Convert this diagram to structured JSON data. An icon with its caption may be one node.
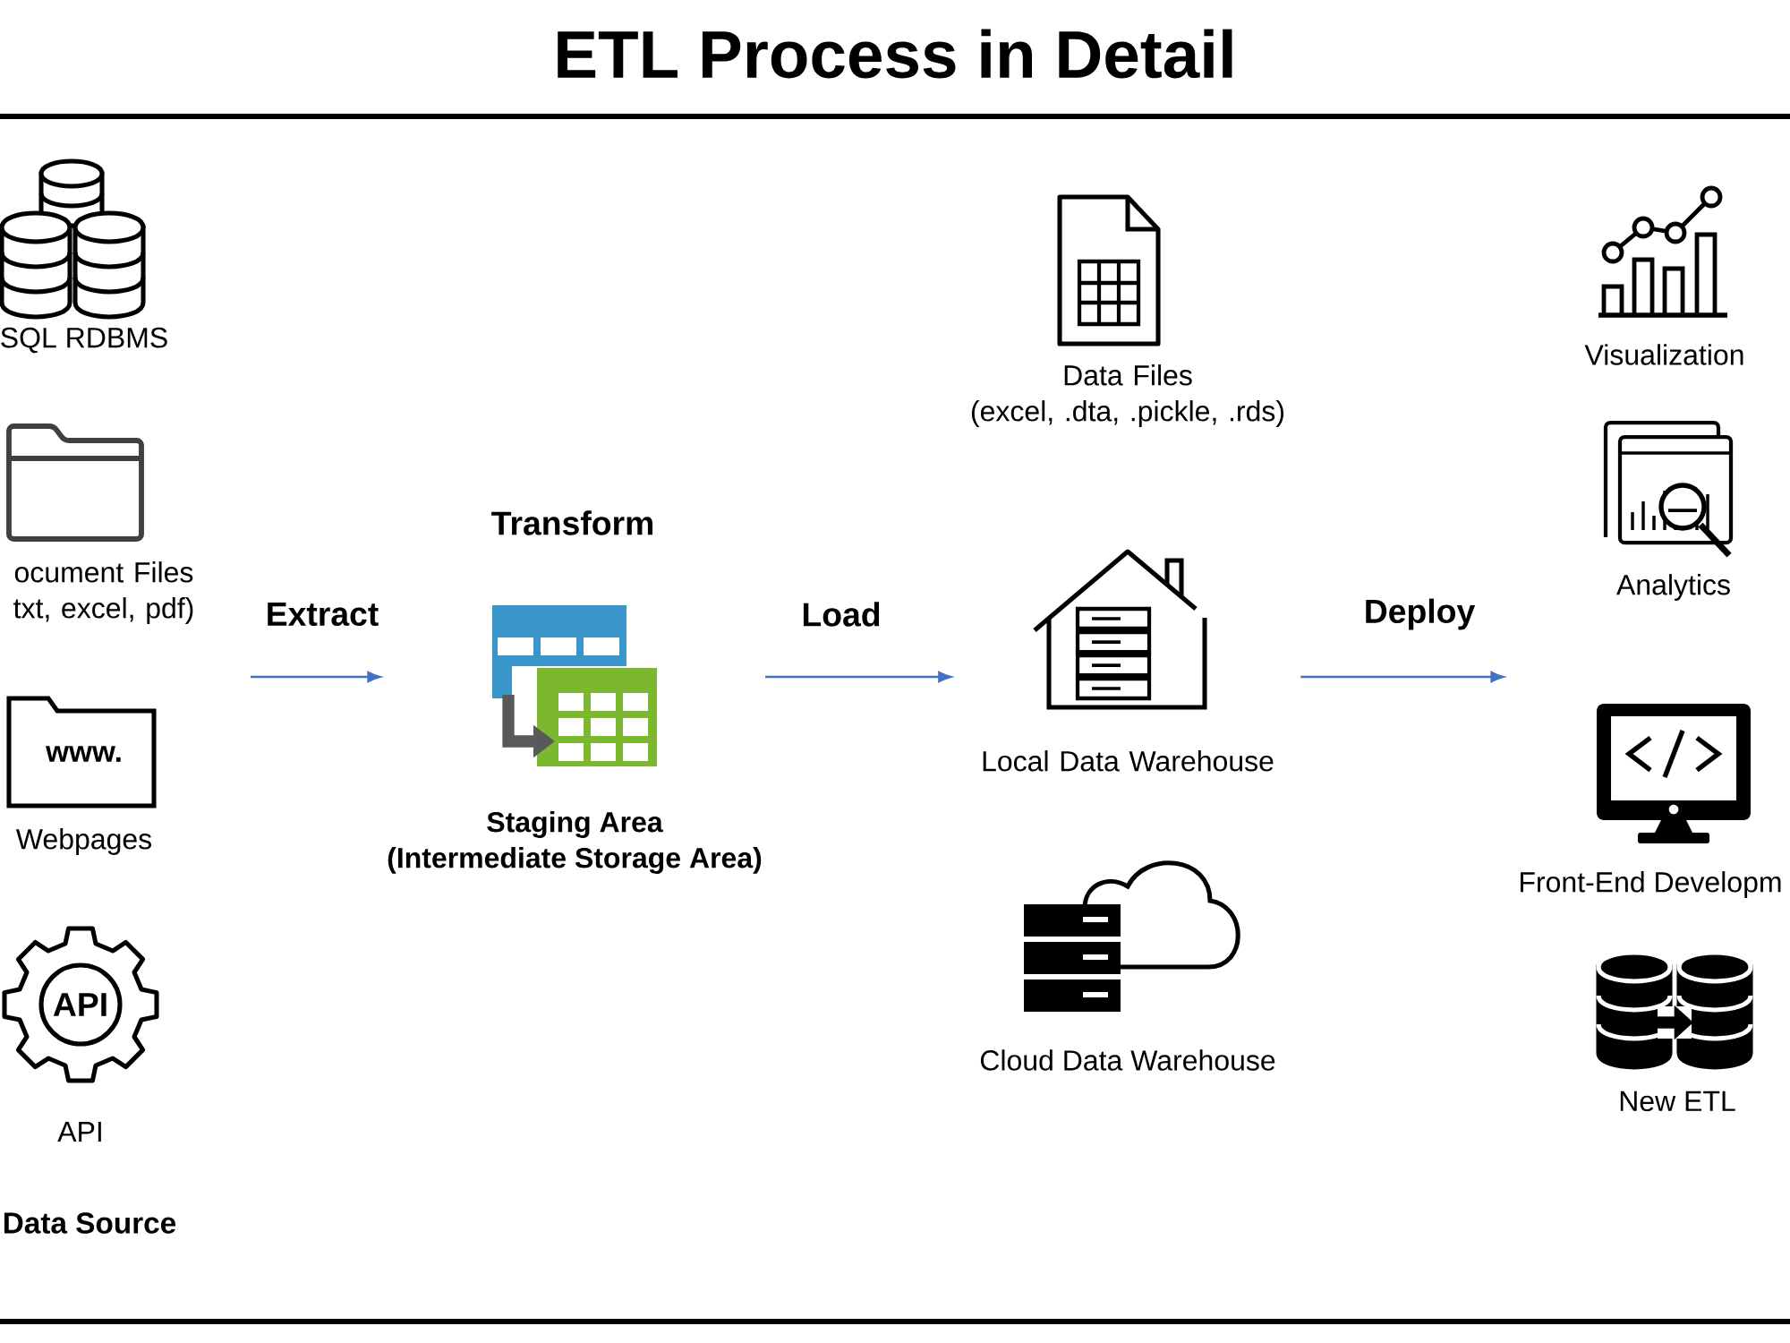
{
  "diagram": {
    "title": "ETL Process in Detail",
    "nodes": [
      {
        "text": [
          "SQL RDBMS"
        ]
      },
      {
        "text": [
          "ocument Files",
          "txt, excel, pdf)"
        ]
      },
      {
        "text": [
          "Webpages"
        ]
      },
      {
        "text": [
          "API"
        ]
      },
      {
        "text": [
          "Staging Area",
          "(Intermediate Storage Area)"
        ]
      },
      {
        "text": [
          "Data Files",
          "(excel, .dta, .pickle, .rds)"
        ]
      },
      {
        "text": [
          "Local Data Warehouse"
        ]
      },
      {
        "text": [
          "Cloud Data Warehouse"
        ]
      },
      {
        "text": [
          "Visualization"
        ]
      },
      {
        "text": [
          "Analytics"
        ]
      },
      {
        "text": [
          "Front-End Developm"
        ]
      },
      {
        "text": [
          "New ETL"
        ]
      }
    ],
    "edges": [
      {
        "from": null,
        "to": 4,
        "arrow": "to",
        "label": "Extract"
      },
      {
        "from": 4,
        "to": 6,
        "arrow": "to",
        "label": "Load"
      },
      {
        "from": 6,
        "to": null,
        "arrow": "to",
        "label": "Deploy"
      }
    ],
    "labels": [
      "Transform",
      "www.",
      "API",
      "Data Source"
    ]
  }
}
